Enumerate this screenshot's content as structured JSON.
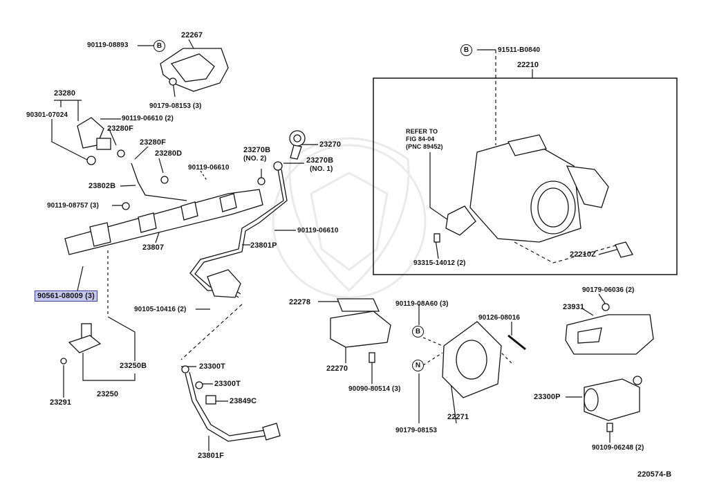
{
  "diagram_id": "220574-B",
  "highlighted_part": "90561-08009 (3)",
  "labels": {
    "p90119_08893": "90119-08893",
    "p22267": "22267",
    "p90179_08153_3": "90179-08153 (3)",
    "p23280": "23280",
    "p90301_07024": "90301-07024",
    "p90119_06610_2": "90119-06610 (2)",
    "p23280F_a": "23280F",
    "p23280F_b": "23280F",
    "p23280D": "23280D",
    "p23802B": "23802B",
    "p90119_06610_a": "90119-06610",
    "p90119_08757_3": "90119-08757 (3)",
    "p23807": "23807",
    "p90561_08009_3": "90561-08009 (3)",
    "p23270B_no2": "23270B",
    "p_no2": "(NO. 2)",
    "p23270": "23270",
    "p23270B_no1": "23270B",
    "p_no1": "(NO. 1)",
    "p90119_06610_b": "90119-06610",
    "p23801P": "23801P",
    "p90105_10416_2": "90105-10416 (2)",
    "p23250B": "23250B",
    "p23291": "23291",
    "p23250": "23250",
    "p23300T_a": "23300T",
    "p23300T_b": "23300T",
    "p23849C": "23849C",
    "p23801F": "23801F",
    "p91511_B0840": "91511-B0840",
    "p22210": "22210",
    "refer_line1": "REFER TO",
    "refer_line2": "FIG 84-04",
    "refer_line3": "(PNC 89452)",
    "p93315_14012_2": "93315-14012 (2)",
    "p22210Z": "22210Z",
    "p22278": "22278",
    "p22270": "22270",
    "p90090_80514_3": "90090-80514 (3)",
    "p90119_08A60_3": "90119-08A60 (3)",
    "p90126_08016": "90126-08016",
    "p22271": "22271",
    "p90179_08153": "90179-08153",
    "p90179_06036_2": "90179-06036 (2)",
    "p23931": "23931",
    "p23300P": "23300P",
    "p90109_06248_2": "90109-06248 (2)"
  },
  "callouts": {
    "B_top": "B",
    "B_right": "B",
    "B_mid": "B",
    "N_mid": "N"
  }
}
